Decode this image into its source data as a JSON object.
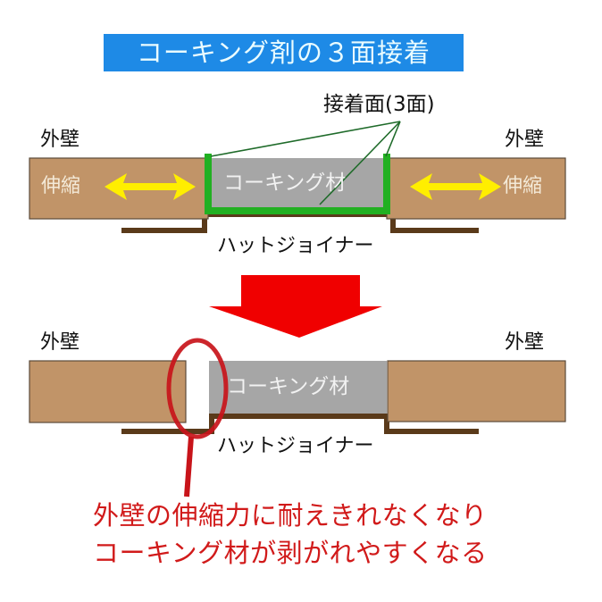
{
  "title": "コーキング剤の３面接着",
  "top_diagram": {
    "adhesion_label": "接着面(3面)",
    "left_wall_label": "外壁",
    "right_wall_label": "外壁",
    "left_movement_label": "伸縮",
    "right_movement_label": "伸縮",
    "caulk_label": "コーキング材",
    "joiner_label": "ハットジョイナー"
  },
  "arrow": {
    "direction": "down",
    "color": "#f00000"
  },
  "bottom_diagram": {
    "left_wall_label": "外壁",
    "right_wall_label": "外壁",
    "caulk_label": "コーキング材",
    "joiner_label": "ハットジョイナー"
  },
  "caption": {
    "line1": "外壁の伸縮力に耐えきれなくなり",
    "line2": "コーキング材が剥がれやすくなる"
  },
  "colors": {
    "title_bg": "#1e8ae6",
    "wall": "#c19468",
    "caulk": "#a6a6a6",
    "adhesion": "#22b022",
    "joiner": "#5a3a1a",
    "movement_arrow": "#ffee00",
    "highlight": "#d11a1a"
  }
}
